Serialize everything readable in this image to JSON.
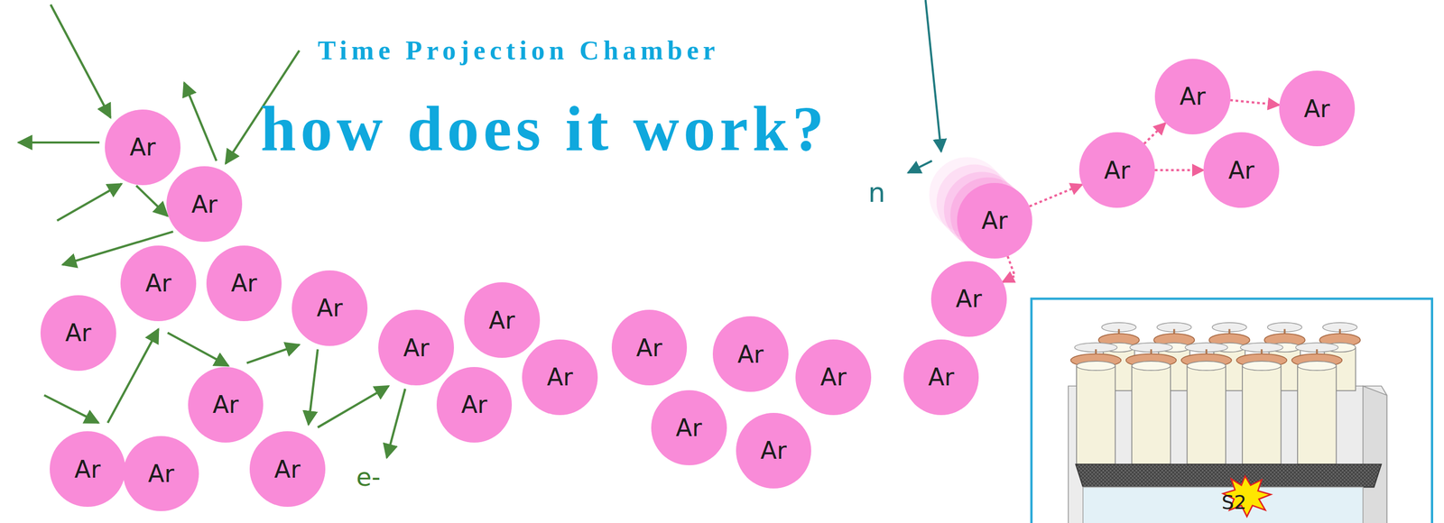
{
  "diagram": {
    "title": "Time Projection Chamber",
    "nodes": [
      {
        "text": [
          "Ar"
        ]
      },
      {
        "text": [
          "Ar"
        ]
      },
      {
        "text": [
          "Ar"
        ]
      },
      {
        "text": [
          "Ar"
        ]
      },
      {
        "text": [
          "Ar"
        ]
      },
      {
        "text": [
          "Ar"
        ]
      },
      {
        "text": [
          "Ar"
        ]
      },
      {
        "text": [
          "Ar"
        ]
      },
      {
        "text": [
          "Ar"
        ]
      },
      {
        "text": [
          "Ar"
        ]
      },
      {
        "text": [
          "Ar"
        ]
      },
      {
        "text": [
          "Ar"
        ]
      },
      {
        "text": [
          "Ar"
        ]
      },
      {
        "text": [
          "Ar"
        ]
      },
      {
        "text": [
          "Ar"
        ]
      },
      {
        "text": [
          "Ar"
        ]
      },
      {
        "text": [
          "Ar"
        ]
      },
      {
        "text": [
          "Ar"
        ]
      },
      {
        "text": [
          "Ar"
        ]
      },
      {
        "text": [
          "Ar"
        ]
      },
      {
        "text": [
          "Ar"
        ]
      },
      {
        "text": [
          "Ar"
        ]
      },
      {
        "text": [
          "Ar"
        ]
      },
      {
        "text": [
          "Ar"
        ]
      },
      {
        "text": [
          "Ar"
        ]
      },
      {
        "text": [
          "Ar"
        ]
      }
    ],
    "edges": [
      {
        "from": 6,
        "to": 3,
        "arrow": "to"
      },
      {
        "from": 3,
        "to": 0,
        "arrow": "to"
      },
      {
        "from": 0,
        "to": 1,
        "arrow": "to"
      },
      {
        "from": 3,
        "to": 4,
        "arrow": "to"
      },
      {
        "from": 6,
        "to": 9,
        "arrow": "to"
      }
    ],
    "labels": [
      "how does it work?",
      "n",
      "e-",
      "S2"
    ]
  }
}
